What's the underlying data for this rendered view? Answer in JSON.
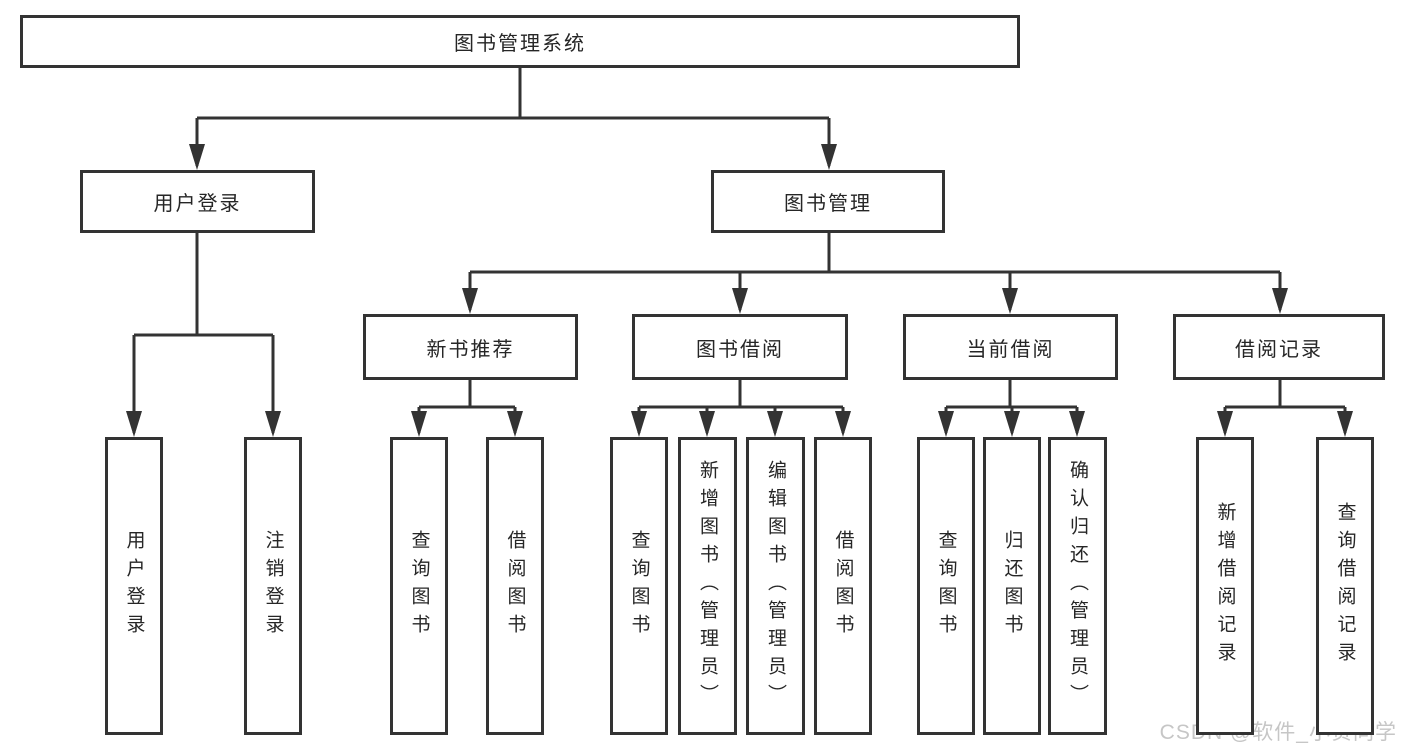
{
  "nodes": {
    "root": "图书管理系统",
    "user_login": "用户登录",
    "book_mgmt": "图书管理",
    "new_books": "新书推荐",
    "book_borrow": "图书借阅",
    "current_borrow": "当前借阅",
    "borrow_records": "借阅记录",
    "leaf_user_login": "用户登录",
    "leaf_logout": "注销登录",
    "leaf_nb_query": "查询图书",
    "leaf_nb_borrow": "借阅图书",
    "leaf_bb_query": "查询图书",
    "leaf_bb_add": "新增图书（管理员）",
    "leaf_bb_edit": "编辑图书（管理员）",
    "leaf_bb_borrow": "借阅图书",
    "leaf_cb_query": "查询图书",
    "leaf_cb_return": "归还图书",
    "leaf_cb_confirm": "确认归还（管理员）",
    "leaf_br_add": "新增借阅记录",
    "leaf_br_query": "查询借阅记录"
  },
  "hierarchy": {
    "图书管理系统": {
      "用户登录": [
        "用户登录",
        "注销登录"
      ],
      "图书管理": {
        "新书推荐": [
          "查询图书",
          "借阅图书"
        ],
        "图书借阅": [
          "查询图书",
          "新增图书（管理员）",
          "编辑图书（管理员）",
          "借阅图书"
        ],
        "当前借阅": [
          "查询图书",
          "归还图书",
          "确认归还（管理员）"
        ],
        "借阅记录": [
          "新增借阅记录",
          "查询借阅记录"
        ]
      }
    }
  },
  "watermark": "CSDN @软件_小贺同学",
  "colors": {
    "line": "#333333",
    "text": "#262626",
    "watermark": "#c6c6c6",
    "background": "#ffffff"
  }
}
